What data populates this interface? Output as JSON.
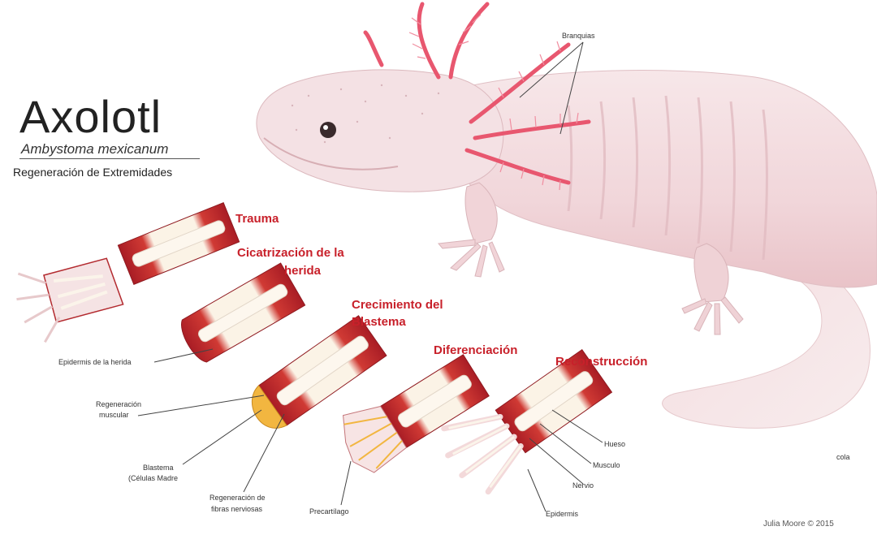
{
  "header": {
    "title": "Axolotl",
    "subtitle": "Ambystoma mexicanum",
    "caption": "Regeneración de  Extremidades"
  },
  "stages": {
    "trauma": "Trauma",
    "cicatrizacion_1": "Cicatrización de la",
    "cicatrizacion_2": "herida",
    "crecimiento_1": "Crecimiento del",
    "crecimiento_2": "Blastema",
    "diferenciacion": "Diferenciación",
    "reconstruccion": "Reconstrucción"
  },
  "labels": {
    "branquias": "Branquias",
    "epidermis_herida": "Epidermis de la herida",
    "regeneracion_muscular_1": "Regeneración",
    "regeneracion_muscular_2": "muscular",
    "blastema_1": "Blastema",
    "blastema_2": "(Células Madre",
    "fibras_1": "Regeneración de",
    "fibras_2": "fibras nerviosas",
    "precartilago": "Precartílago",
    "hueso": "Hueso",
    "musculo": "Musculo",
    "nervio": "Nervio",
    "epidermis": "Epidermis",
    "cola": "cola"
  },
  "credit": "Julia Moore © 2015",
  "colors": {
    "stage_title": "#c8202a",
    "axolotl_body": "#f4dde0",
    "gills": "#e8576f",
    "muscle": "#b8222a",
    "bone": "#fbf4ea",
    "blastema": "#f2b640"
  }
}
